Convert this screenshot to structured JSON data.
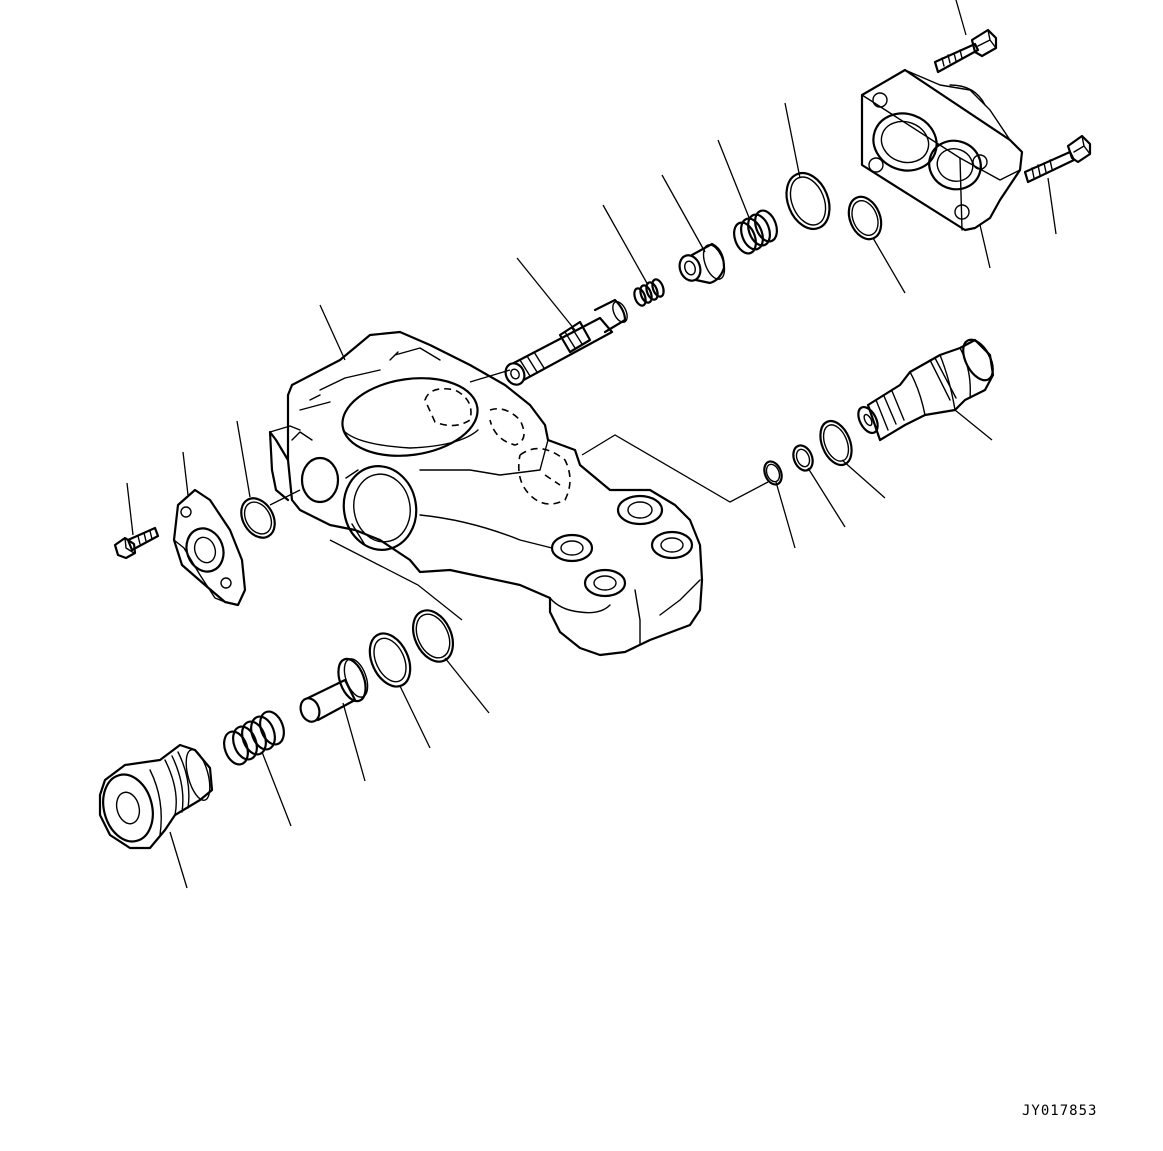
{
  "diagram": {
    "reference_code": "JY017853",
    "parts": [
      {
        "id": "valve-body",
        "icon": "valve-body-icon"
      },
      {
        "id": "cover-top-right",
        "icon": "flange-cover-icon"
      },
      {
        "id": "bolt-top",
        "icon": "bolt-icon"
      },
      {
        "id": "bolt-right",
        "icon": "bolt-icon"
      },
      {
        "id": "o-ring-large-top",
        "icon": "o-ring-icon"
      },
      {
        "id": "o-ring-small-top",
        "icon": "o-ring-icon"
      },
      {
        "id": "spring-top",
        "icon": "spring-icon"
      },
      {
        "id": "piston-top",
        "icon": "piston-icon"
      },
      {
        "id": "small-spring-top",
        "icon": "spring-icon"
      },
      {
        "id": "spool",
        "icon": "spool-icon"
      },
      {
        "id": "cartridge-valve",
        "icon": "cartridge-valve-icon"
      },
      {
        "id": "o-ring-cartridge-large",
        "icon": "o-ring-icon"
      },
      {
        "id": "backup-ring-cartridge",
        "icon": "backup-ring-icon"
      },
      {
        "id": "o-ring-cartridge-small",
        "icon": "o-ring-icon"
      },
      {
        "id": "flange-left",
        "icon": "flange-icon"
      },
      {
        "id": "bolt-left",
        "icon": "bolt-icon"
      },
      {
        "id": "o-ring-left",
        "icon": "o-ring-icon"
      },
      {
        "id": "plug",
        "icon": "plug-icon"
      },
      {
        "id": "spring-bottom",
        "icon": "spring-icon"
      },
      {
        "id": "poppet-bottom",
        "icon": "poppet-icon"
      },
      {
        "id": "backup-ring-bottom",
        "icon": "backup-ring-icon"
      },
      {
        "id": "o-ring-bottom",
        "icon": "o-ring-icon"
      }
    ]
  }
}
